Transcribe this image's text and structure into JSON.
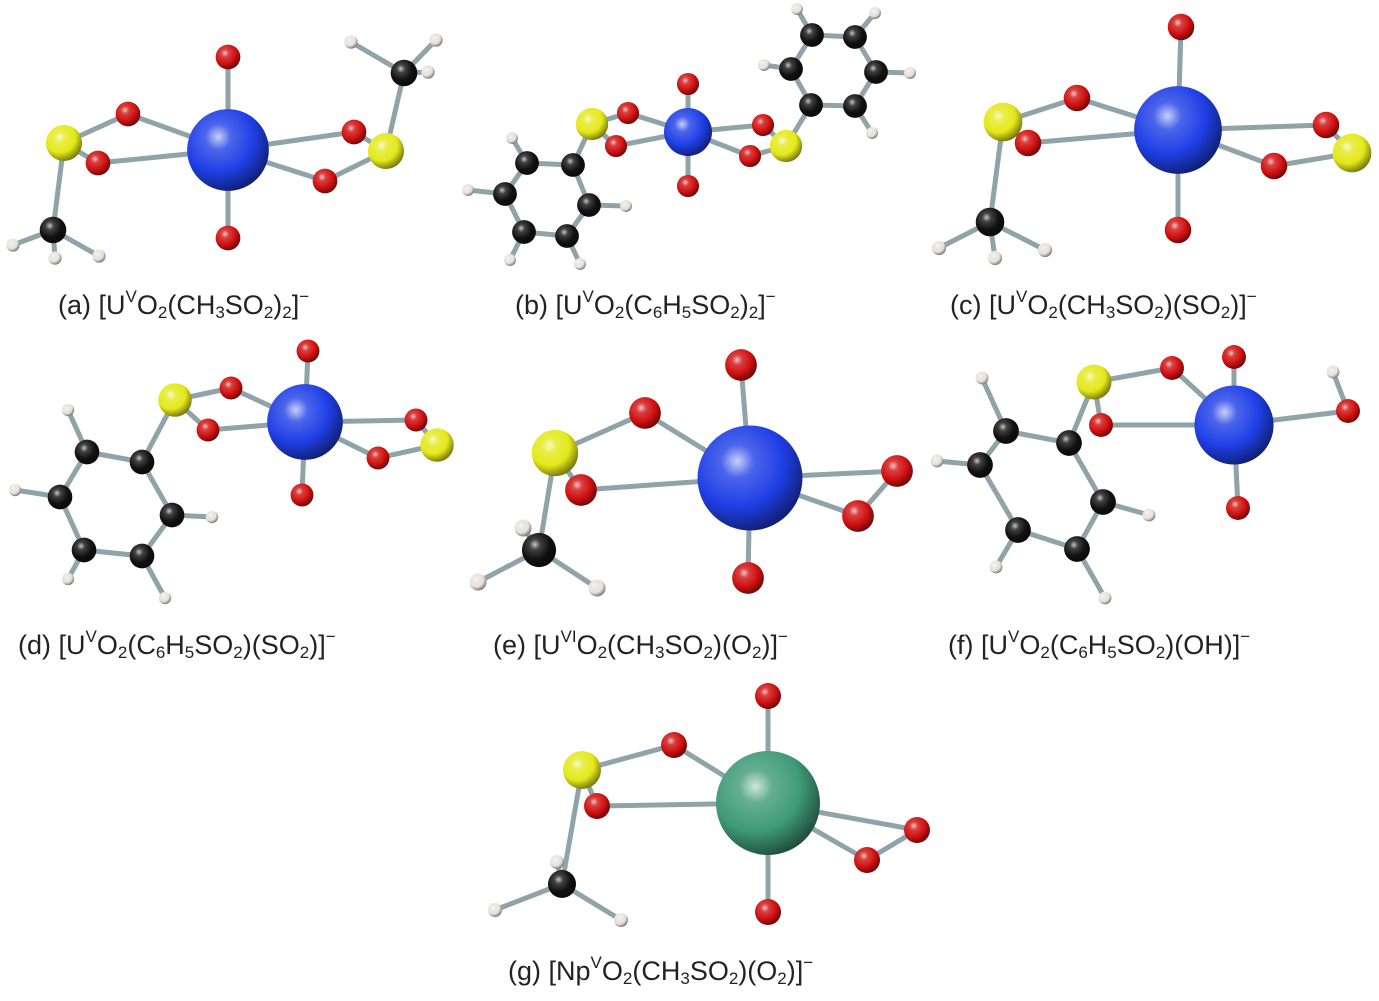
{
  "figure": {
    "colors": {
      "uranium": "#1f3fe6",
      "neptunium": "#3f9a78",
      "oxygen": "#d01010",
      "sulfur": "#e4e81a",
      "carbon": "#111111",
      "hydrogen": "#e8e2dc",
      "bond": "#8fa3a8"
    },
    "panels": [
      {
        "label": "(a)",
        "caption": [
          {
            "t": "(a) [U"
          },
          {
            "sup": "V"
          },
          {
            "t": "O"
          },
          {
            "sub": "2"
          },
          {
            "t": "(CH"
          },
          {
            "sub": "3"
          },
          {
            "t": "SO"
          },
          {
            "sub": "2"
          },
          {
            "t": ")"
          },
          {
            "sub": "2"
          },
          {
            "t": "]"
          },
          {
            "sup": "−"
          }
        ]
      },
      {
        "label": "(b)",
        "caption": [
          {
            "t": "(b) [U"
          },
          {
            "sup": "V"
          },
          {
            "t": "O"
          },
          {
            "sub": "2"
          },
          {
            "t": "(C"
          },
          {
            "sub": "6"
          },
          {
            "t": "H"
          },
          {
            "sub": "5"
          },
          {
            "t": "SO"
          },
          {
            "sub": "2"
          },
          {
            "t": ")"
          },
          {
            "sub": "2"
          },
          {
            "t": "]"
          },
          {
            "sup": "−"
          }
        ]
      },
      {
        "label": "(c)",
        "caption": [
          {
            "t": "(c) [U"
          },
          {
            "sup": "V"
          },
          {
            "t": "O"
          },
          {
            "sub": "2"
          },
          {
            "t": "(CH"
          },
          {
            "sub": "3"
          },
          {
            "t": "SO"
          },
          {
            "sub": "2"
          },
          {
            "t": ")(SO"
          },
          {
            "sub": "2"
          },
          {
            "t": ")]"
          },
          {
            "sup": "−"
          }
        ]
      },
      {
        "label": "(d)",
        "caption": [
          {
            "t": "(d) [U"
          },
          {
            "sup": "V"
          },
          {
            "t": "O"
          },
          {
            "sub": "2"
          },
          {
            "t": "(C"
          },
          {
            "sub": "6"
          },
          {
            "t": "H"
          },
          {
            "sub": "5"
          },
          {
            "t": "SO"
          },
          {
            "sub": "2"
          },
          {
            "t": ")(SO"
          },
          {
            "sub": "2"
          },
          {
            "t": ")]"
          },
          {
            "sup": "−"
          }
        ]
      },
      {
        "label": "(e)",
        "caption": [
          {
            "t": "(e) [U"
          },
          {
            "sup": "VI"
          },
          {
            "t": "O"
          },
          {
            "sub": "2"
          },
          {
            "t": "(CH"
          },
          {
            "sub": "3"
          },
          {
            "t": "SO"
          },
          {
            "sub": "2"
          },
          {
            "t": ")(O"
          },
          {
            "sub": "2"
          },
          {
            "t": ")]"
          },
          {
            "sup": "−"
          }
        ]
      },
      {
        "label": "(f)",
        "caption": [
          {
            "t": "(f) [U"
          },
          {
            "sup": "V"
          },
          {
            "t": "O"
          },
          {
            "sub": "2"
          },
          {
            "t": "(C"
          },
          {
            "sub": "6"
          },
          {
            "t": "H"
          },
          {
            "sub": "5"
          },
          {
            "t": "SO"
          },
          {
            "sub": "2"
          },
          {
            "t": ")(OH)]"
          },
          {
            "sup": "−"
          }
        ]
      },
      {
        "label": "(g)",
        "caption": [
          {
            "t": "(g) [Np"
          },
          {
            "sup": "V"
          },
          {
            "t": "O"
          },
          {
            "sub": "2"
          },
          {
            "t": "(CH"
          },
          {
            "sub": "3"
          },
          {
            "t": "SO"
          },
          {
            "sub": "2"
          },
          {
            "t": ")(O"
          },
          {
            "sub": "2"
          },
          {
            "t": ")]"
          },
          {
            "sup": "−"
          }
        ]
      }
    ]
  }
}
